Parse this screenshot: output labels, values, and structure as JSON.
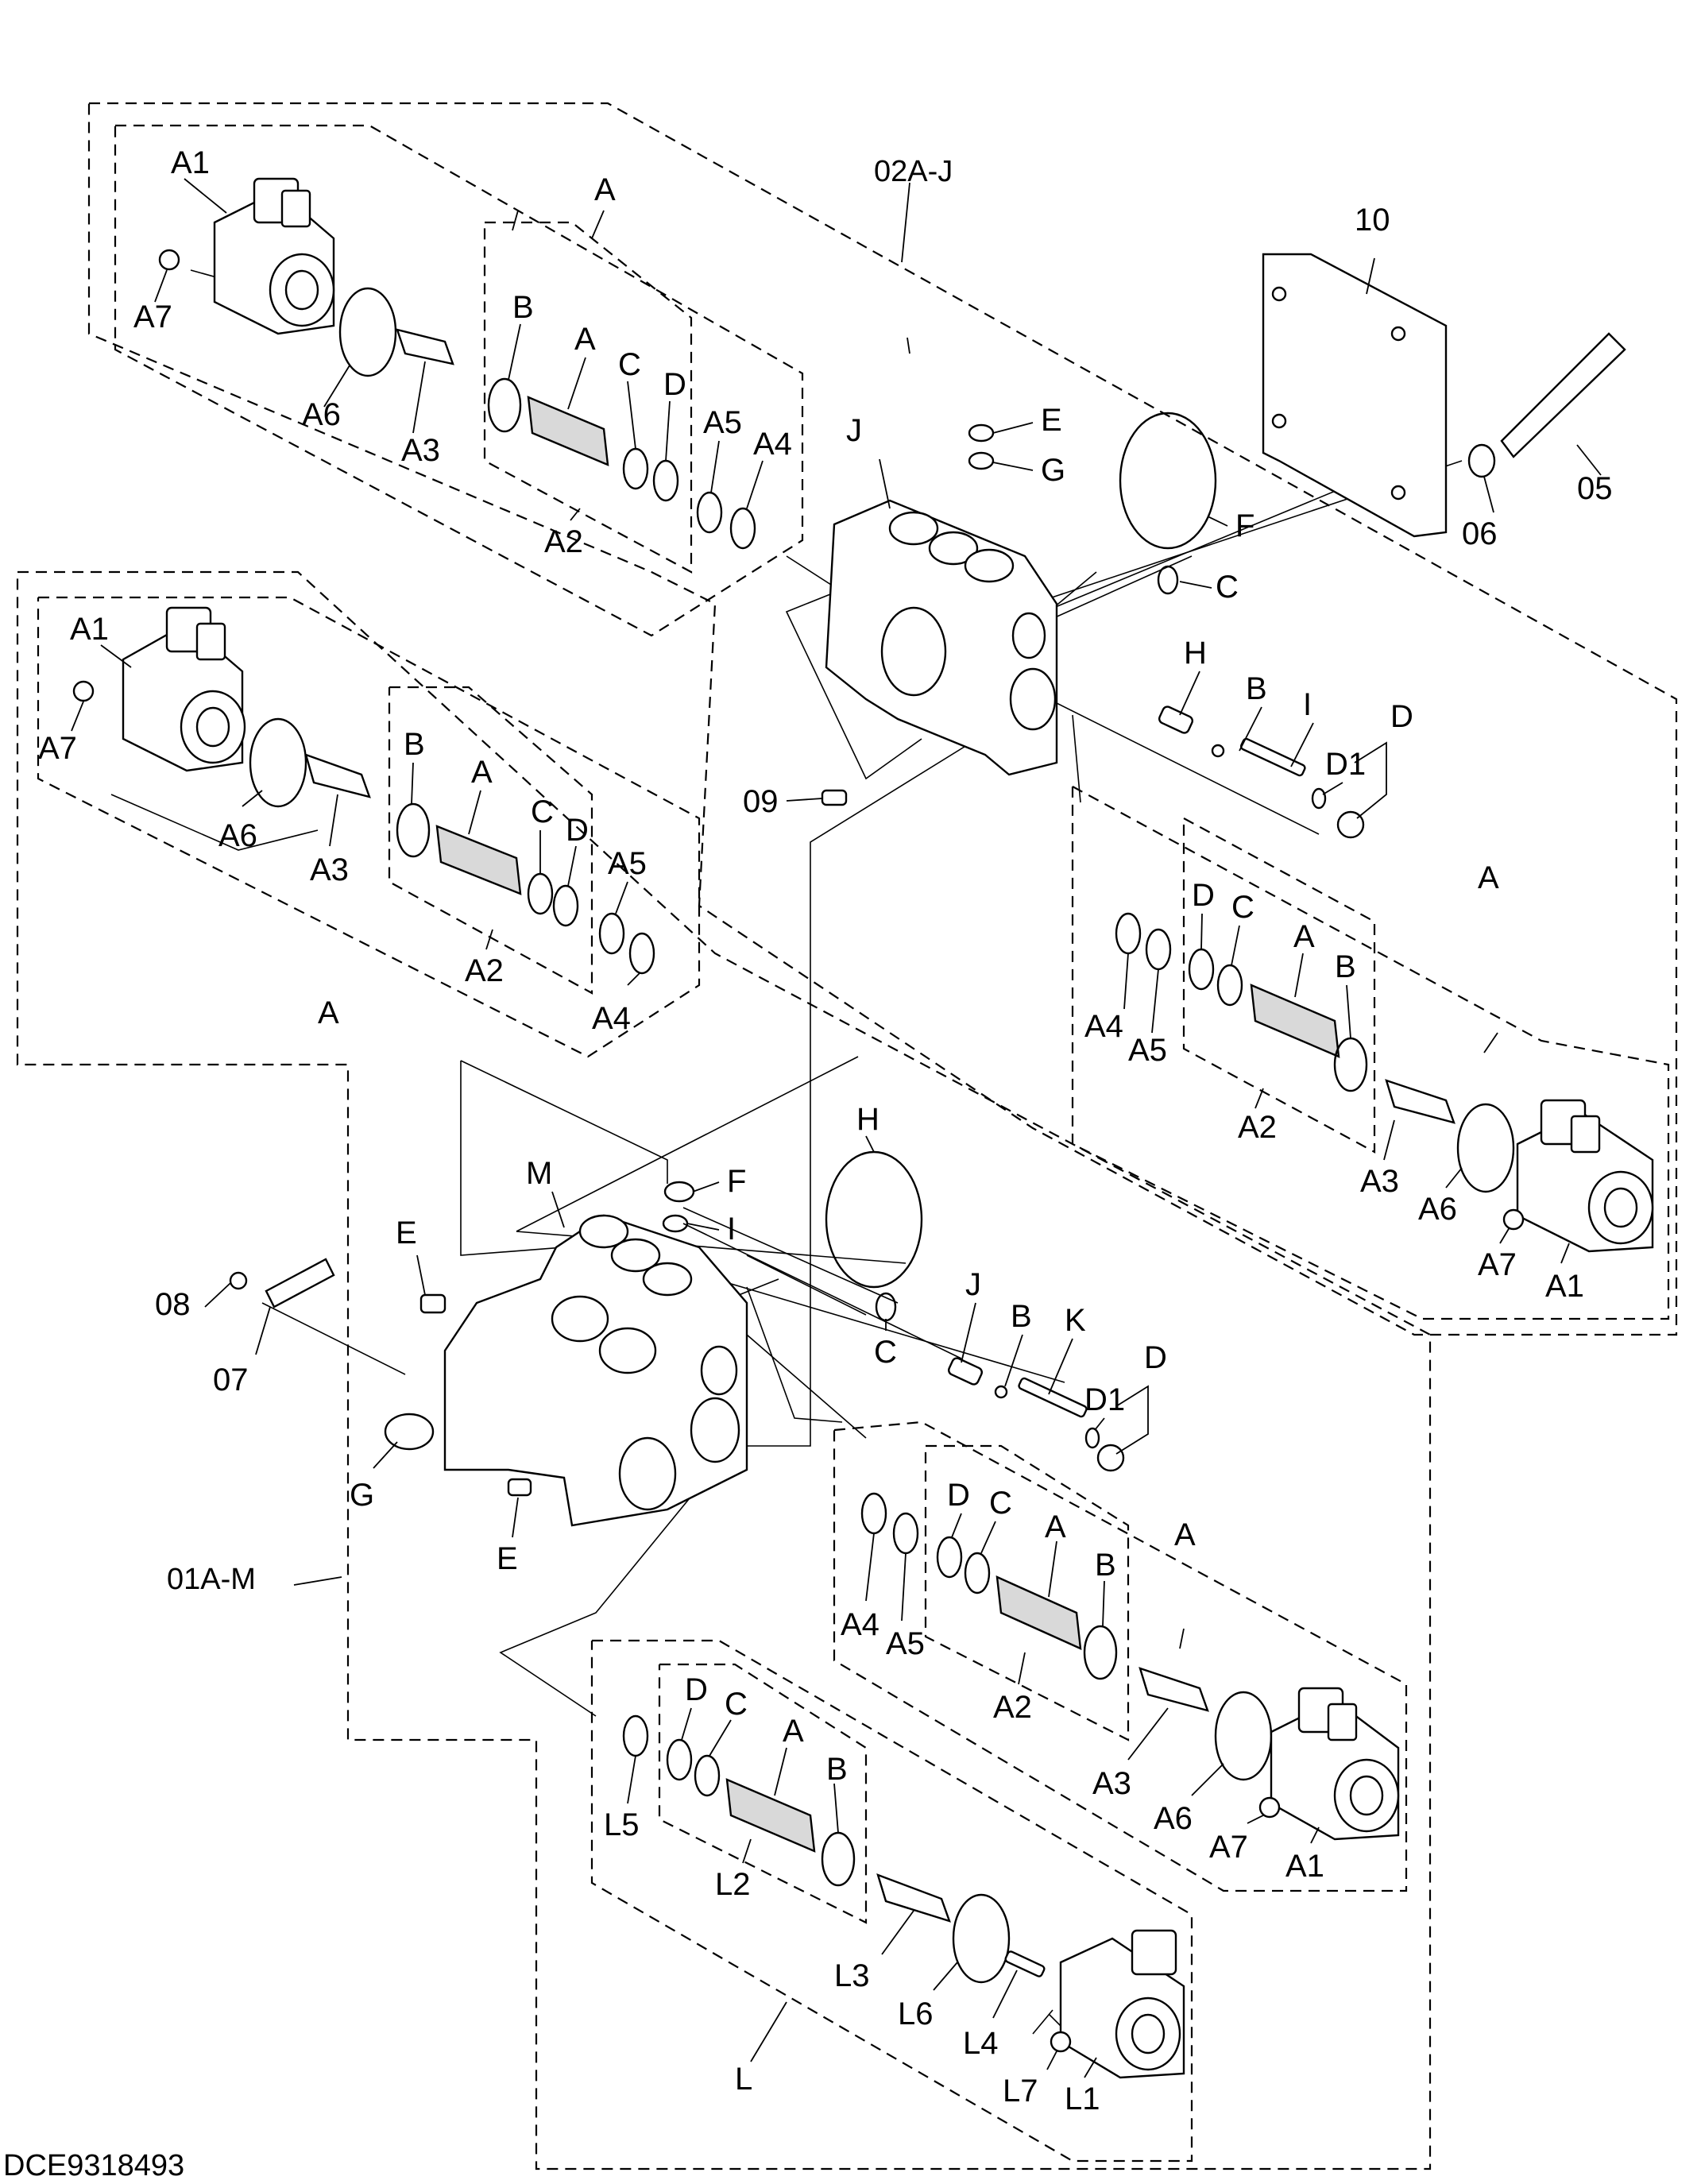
{
  "drawing_number": "DCE9318493",
  "assemblies": [
    {
      "code": "01A-M"
    },
    {
      "code": "02A-J"
    }
  ],
  "callouts": {
    "a1_tl": "A1",
    "a7_tl": "A7",
    "a6_tl": "A6",
    "a3_tl": "A3",
    "b_tl": "B",
    "a_tl": "A",
    "c_tl": "C",
    "d_tl": "D",
    "a5_tl": "A5",
    "a4_tl": "A4",
    "a2_tl": "A2",
    "a_grp_tl": "A",
    "j_top": "J",
    "e_top": "E",
    "g_top": "G",
    "f_top": "F",
    "c_top": "C",
    "h_top": "H",
    "b_top": "B",
    "i_top": "I",
    "d1_top": "D1",
    "d_top": "D",
    "09": "09",
    "10": "10",
    "05": "05",
    "06": "06",
    "a1_ml": "A1",
    "a7_ml": "A7",
    "a6_ml": "A6",
    "a3_ml": "A3",
    "b_ml": "B",
    "a_ml": "A",
    "c_ml": "C",
    "d_ml": "D",
    "a5_ml": "A5",
    "a4_ml": "A4",
    "a2_ml": "A2",
    "a_grp_ml": "A",
    "a_grp_mr": "A",
    "d_mr": "D",
    "c_mr": "C",
    "a_mr": "A",
    "b_mr": "B",
    "a4_mr": "A4",
    "a5_mr": "A5",
    "a2_mr": "A2",
    "a3_mr": "A3",
    "a6_mr": "A6",
    "a7_mr": "A7",
    "a1_mr": "A1",
    "h_bot": "H",
    "m_bot": "M",
    "f_bot": "F",
    "i_bot": "I",
    "e_bot1": "E",
    "c_bot": "C",
    "j_bot": "J",
    "b_bot": "B",
    "k_bot": "K",
    "d_bot": "D",
    "d1_bot": "D1",
    "g_bot": "G",
    "e_bot2": "E",
    "08": "08",
    "07": "07",
    "a_grp_br": "A",
    "d_br": "D",
    "c_br": "C",
    "a_br": "A",
    "b_br": "B",
    "a4_br": "A4",
    "a5_br": "A5",
    "a2_br": "A2",
    "a3_br": "A3",
    "a6_br": "A6",
    "a7_br": "A7",
    "a1_br": "A1",
    "d_l": "D",
    "c_l": "C",
    "a_l": "A",
    "b_l": "B",
    "l5": "L5",
    "l2": "L2",
    "l3": "L3",
    "l6": "L6",
    "l4": "L4",
    "l7": "L7",
    "l1": "L1",
    "l_grp": "L"
  }
}
